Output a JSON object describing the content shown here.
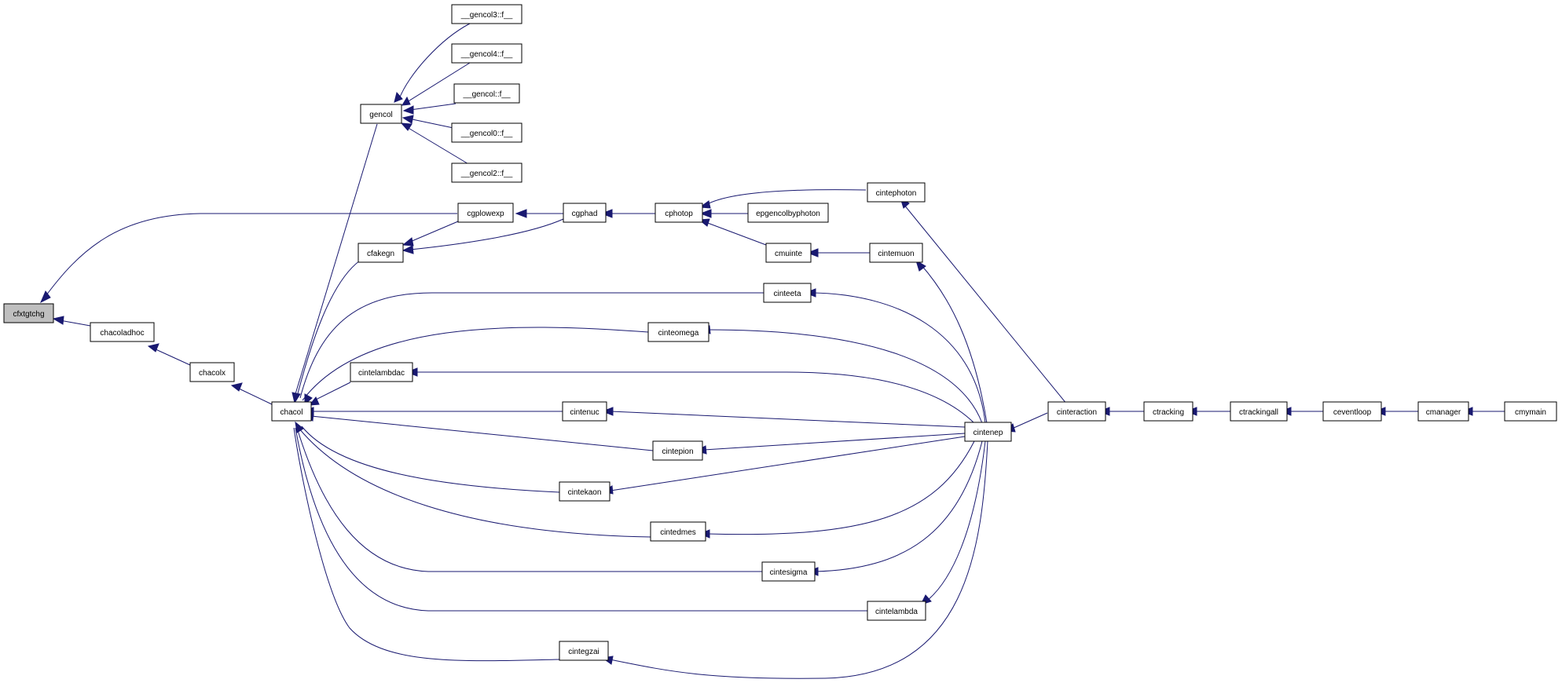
{
  "diagram": {
    "colors": {
      "edge": "#191970",
      "root_fill": "#bfbfbf",
      "node_fill": "#ffffff"
    },
    "nodes": {
      "cfxtgtchg": "cfxtgtchg",
      "chacoladhoc": "chacoladhoc",
      "chacolx": "chacolx",
      "chacol": "chacol",
      "gencol": "gencol",
      "gencol3": "__gencol3::f__",
      "gencol4": "__gencol4::f__",
      "gencolf": "__gencol::f__",
      "gencol0": "__gencol0::f__",
      "gencol2": "__gencol2::f__",
      "cgplowexp": "cgplowexp",
      "cgphad": "cgphad",
      "cphotop": "cphotop",
      "cintephoton": "cintephoton",
      "epgencolbyphoton": "epgencolbyphoton",
      "cmuinte": "cmuinte",
      "cintemuon": "cintemuon",
      "cfakegn": "cfakegn",
      "cinteeta": "cinteeta",
      "cinteomega": "cinteomega",
      "cintelambdac": "cintelambdac",
      "cintenuc": "cintenuc",
      "cintepion": "cintepion",
      "cintekaon": "cintekaon",
      "cintedmes": "cintedmes",
      "cintesigma": "cintesigma",
      "cintelambda": "cintelambda",
      "cintegzai": "cintegzai",
      "cintenep": "cintenep",
      "cinteraction": "cinteraction",
      "ctracking": "ctracking",
      "ctrackingall": "ctrackingall",
      "ceventloop": "ceventloop",
      "cmanager": "cmanager",
      "cmymain": "cmymain"
    }
  }
}
